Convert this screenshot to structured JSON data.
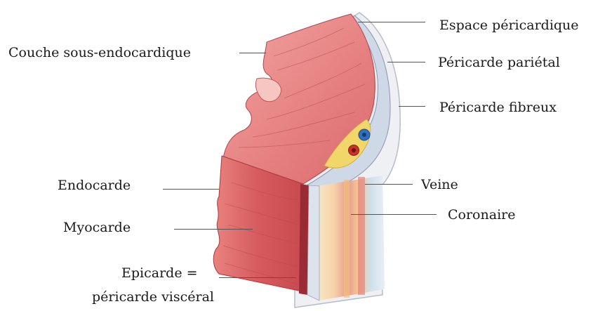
{
  "diagram": {
    "labels": {
      "espace_pericardique": "Espace péricardique",
      "pericarde_parietal": "Péricarde pariétal",
      "pericarde_fibreux": "Péricarde fibreux",
      "couche_sous_endocardique": "Couche sous-endocardique",
      "veine": "Veine",
      "coronaire": "Coronaire",
      "endocarde": "Endocarde",
      "myocarde": "Myocarde",
      "epicarde_line1": "Epicarde =",
      "epicarde_line2": "péricarde viscéral"
    },
    "colors": {
      "myocardium": "#d65a5e",
      "myocardium_light": "#ef9a97",
      "myocardium_dark": "#b03b42",
      "membrane": "#eef0f4",
      "vein": "#2f6fc0",
      "artery": "#c9302c",
      "fat": "#f1d66a",
      "leader": "#555555"
    }
  }
}
